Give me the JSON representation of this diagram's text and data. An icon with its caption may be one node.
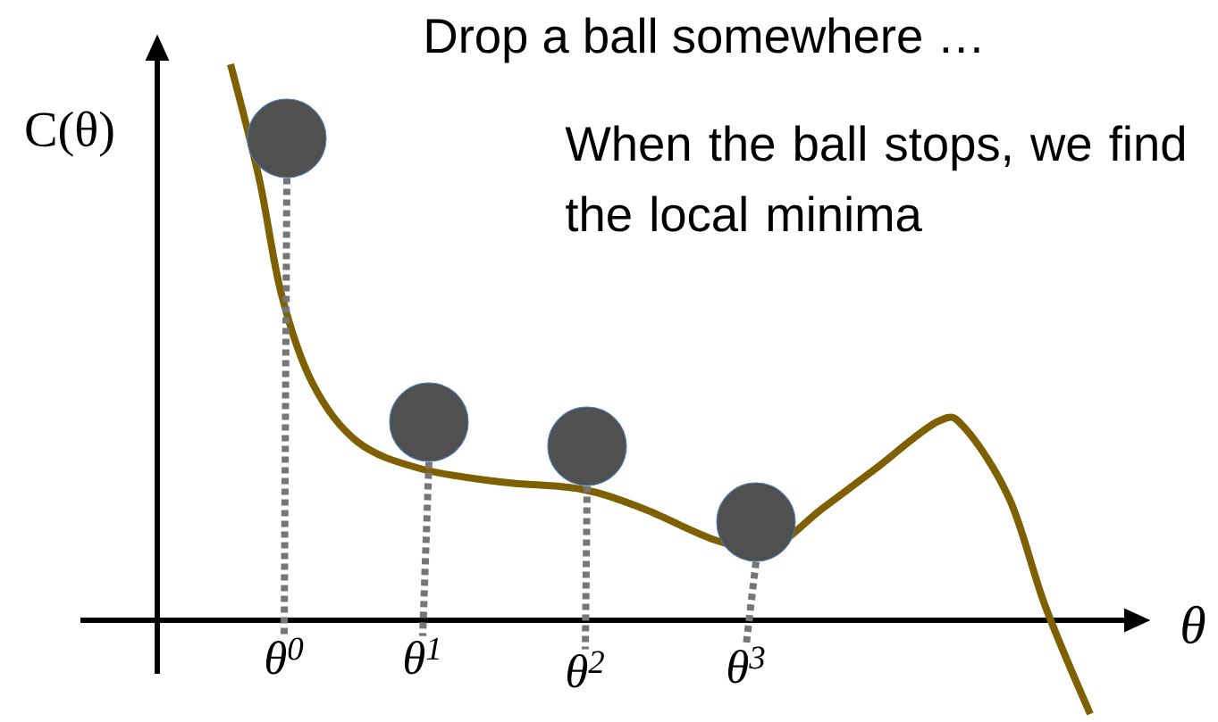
{
  "diagram": {
    "nodes": [
      {
        "text": [],
        "shape": "circle"
      },
      {
        "text": [],
        "shape": "circle"
      },
      {
        "text": [],
        "shape": "circle"
      },
      {
        "text": [],
        "shape": "circle"
      },
      {
        "text": [
          "θ$^{0}$"
        ]
      },
      {
        "text": [
          "θ$^{1}$"
        ]
      },
      {
        "text": [
          "θ$^{2}$"
        ]
      },
      {
        "text": [
          "θ$^{3}$"
        ]
      }
    ],
    "edges": [
      {
        "from": 0,
        "to": 4,
        "arrow": "none"
      },
      {
        "from": 1,
        "to": 5,
        "arrow": "none"
      },
      {
        "from": 2,
        "to": 6,
        "arrow": "none"
      },
      {
        "from": 3,
        "to": 7,
        "arrow": "none"
      }
    ],
    "labels": [
      "Drop a ball somewhere …",
      "When the ball stops, we find the local minima",
      "C(θ)",
      "θ"
    ]
  }
}
